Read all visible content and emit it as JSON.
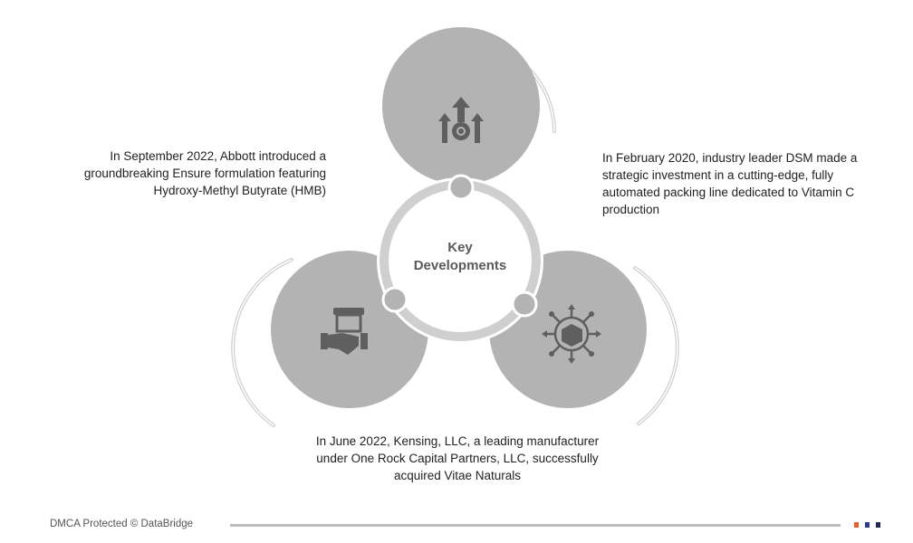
{
  "center": {
    "line1": "Key",
    "line2": "Developments"
  },
  "developments": {
    "left": "In September 2022, Abbott introduced a groundbreaking Ensure formulation featuring Hydroxy-Methyl Butyrate (HMB)",
    "right": "In February 2020, industry leader DSM made a strategic investment in a cutting-edge, fully automated packing line dedicated to Vitamin C production",
    "bottom": "In June 2022, Kensing, LLC, a leading manufacturer under One Rock Capital Partners, LLC, successfully acquired Vitae Naturals"
  },
  "footer": {
    "text": "DMCA Protected © DataBridge"
  },
  "colors": {
    "circle": "#b3b3b3",
    "ring": "#cfcfcf",
    "icon": "#5f5f5f",
    "dot1": "#f05a28",
    "dot2": "#2b3990",
    "dot3": "#1f2a5c"
  }
}
